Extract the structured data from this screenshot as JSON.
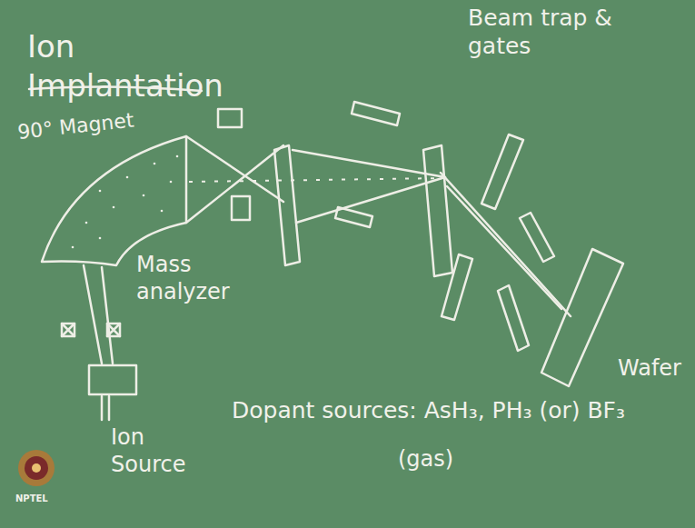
{
  "diagram": {
    "title": "Ion Implantation",
    "labels": [
      "90° Magnet",
      "Mass analyzer",
      "Ion Source",
      "Beam trap & gates",
      "Wafer",
      "Dopant sources: AsH₃, PH₃ (or) BF₃",
      "(gas)",
      "NPTEL"
    ]
  }
}
